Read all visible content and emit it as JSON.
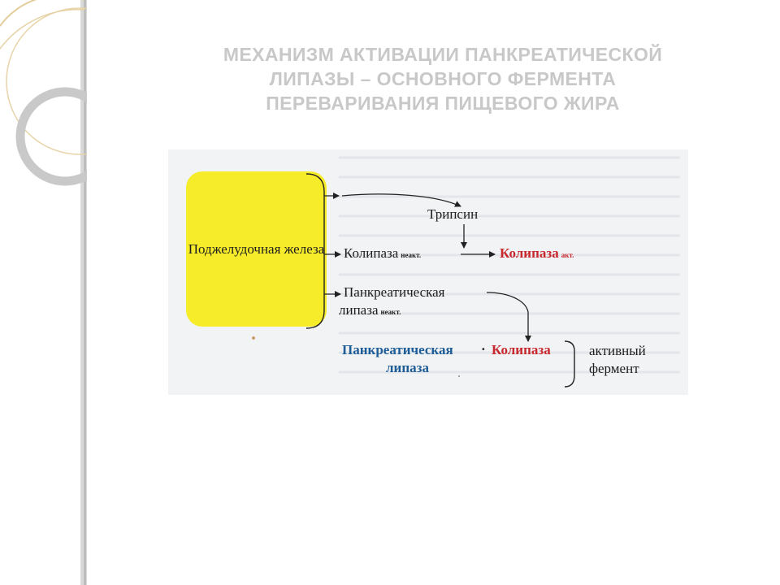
{
  "slide": {
    "title_lines": [
      "МЕХАНИЗМ АКТИВАЦИИ ПАНКРЕАТИЧЕСКОЙ",
      "ЛИПАЗЫ – ОСНОВНОГО ФЕРМЕНТА",
      "ПЕРЕВАРИВАНИЯ ПИЩЕВОГО ЖИРА"
    ]
  },
  "diagram": {
    "source_label": "Поджелудочная железа",
    "trypsin": "Трипсин",
    "colipase_inactive": "Колипаза",
    "inactive_sub": "неакт.",
    "colipase_active": "Колипаза",
    "active_sub": "акт.",
    "pancreatic_lipase_inactive_line1": "Панкреатическая",
    "pancreatic_lipase_inactive_line2": "липаза",
    "inactive_sub2": "неакт.",
    "result_lipase_line1": "Панкреатическая",
    "result_lipase_line2": "липаза",
    "result_dot": "·",
    "result_colipase": "Колипаза",
    "active_enzyme_line1": "активный",
    "active_enzyme_line2": "фермент",
    "colors": {
      "gland": "#f7ec2a",
      "active_red": "#c8282d",
      "lipase_blue": "#1d5c96",
      "title_gray": "#c8c8c8"
    }
  }
}
